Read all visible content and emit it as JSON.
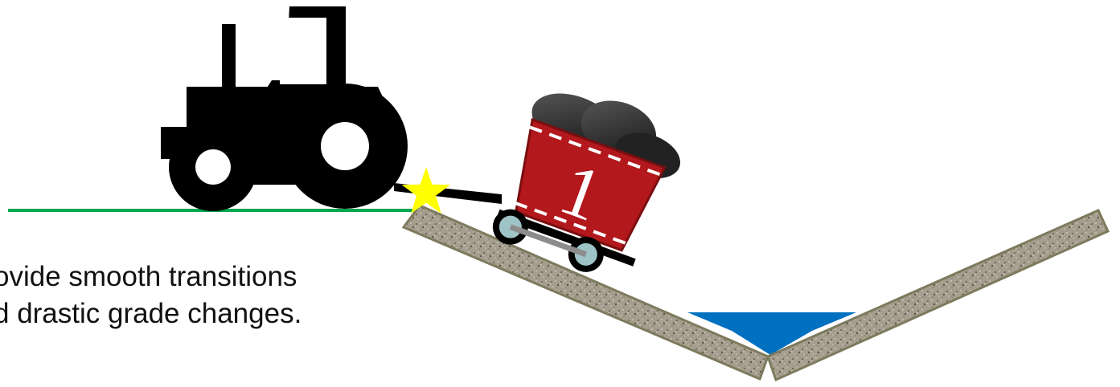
{
  "caption": {
    "line1": "ovide smooth transitions",
    "line2": "d drastic grade changes."
  },
  "cart": {
    "number": "1"
  },
  "icons": [
    "tractor-icon",
    "cart-icon",
    "star-icon",
    "water-puddle"
  ],
  "colors": {
    "ground_line": "#00a550",
    "slope_fill": "#a59e8f",
    "slope_border": "#7d7a5e",
    "water": "#0070c0",
    "cart_body": "#b3181c",
    "star": "#ffff00",
    "tractor": "#000000"
  }
}
